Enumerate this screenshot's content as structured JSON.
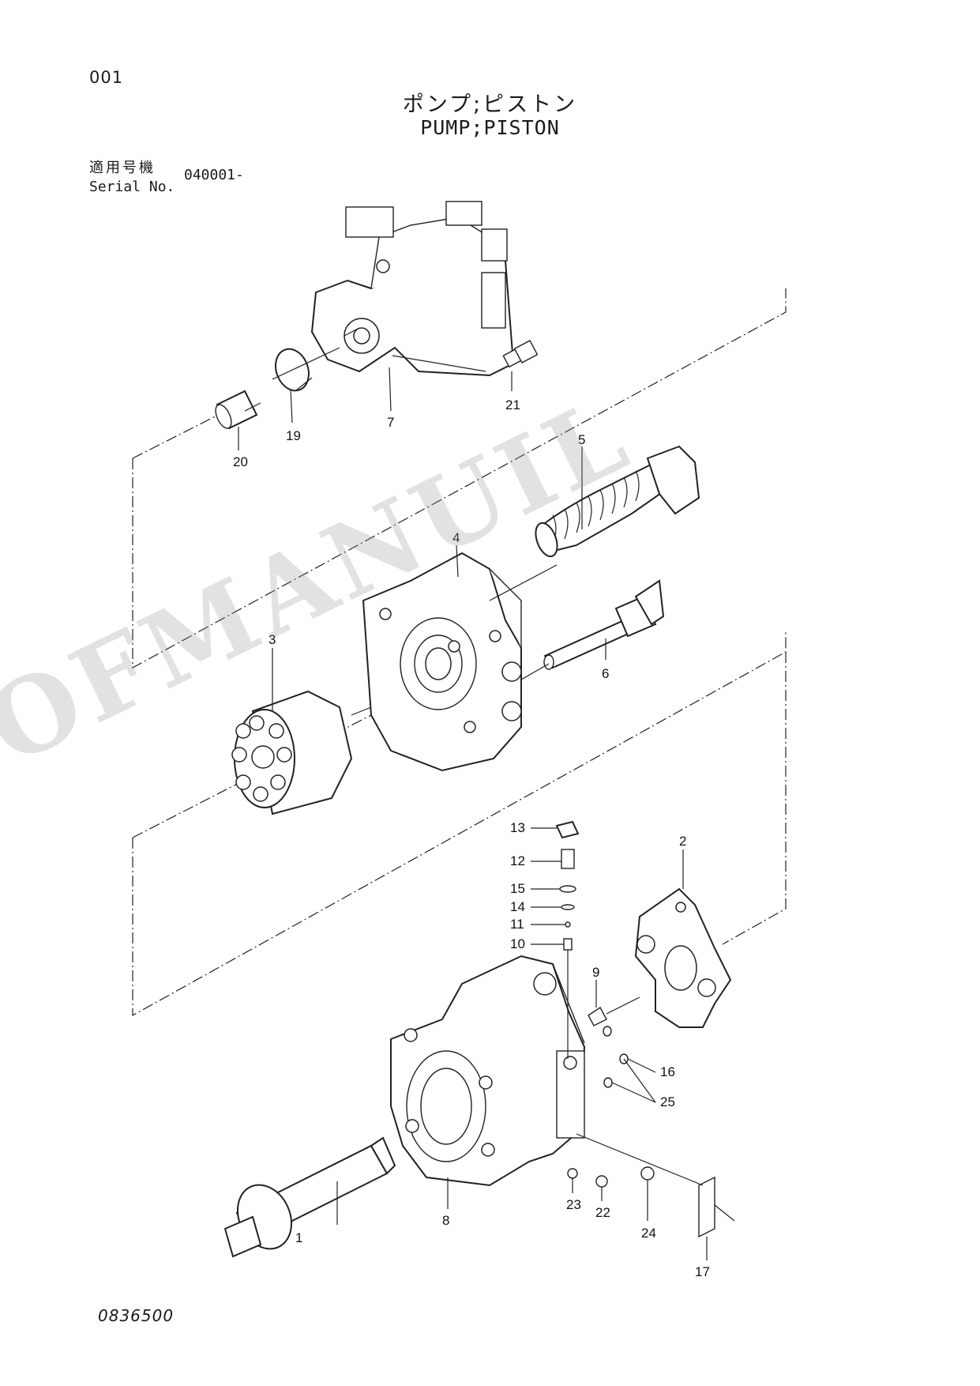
{
  "header": {
    "page_number": "001",
    "title_jp": "ポンプ;ピストン",
    "title_en": "PUMP;PISTON",
    "serial_label_jp": "適用号機",
    "serial_label_en": "Serial No.",
    "serial_value": "040001-"
  },
  "footer": {
    "document_number": "0836500"
  },
  "watermark": "OFMANUIL",
  "callouts": {
    "c1": "1",
    "c2": "2",
    "c3": "3",
    "c4": "4",
    "c5": "5",
    "c6": "6",
    "c7": "7",
    "c8": "8",
    "c9": "9",
    "c10": "10",
    "c11": "11",
    "c12": "12",
    "c13": "13",
    "c14": "14",
    "c15": "15",
    "c16": "16",
    "c17": "17",
    "c19": "19",
    "c20": "20",
    "c21": "21",
    "c22": "22",
    "c23": "23",
    "c24": "24",
    "c25": "25"
  }
}
